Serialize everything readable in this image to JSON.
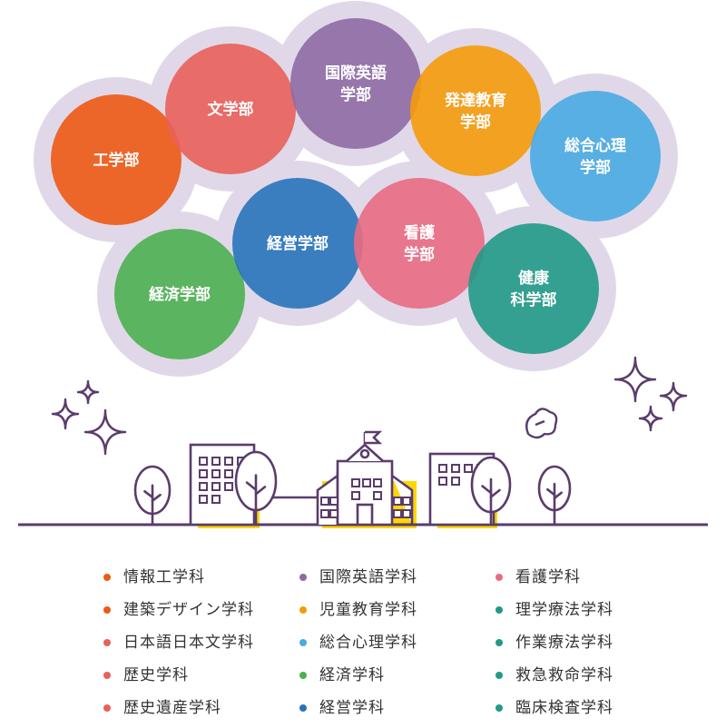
{
  "bubbles": [
    {
      "id": "engineering",
      "label": [
        "工学部"
      ],
      "color": "#EE5A14"
    },
    {
      "id": "letters",
      "label": [
        "文学部"
      ],
      "color": "#E9615A"
    },
    {
      "id": "intl-english",
      "label": [
        "国際英語",
        "学部"
      ],
      "color": "#8E6BA4"
    },
    {
      "id": "dev-education",
      "label": [
        "発達教育",
        "学部"
      ],
      "color": "#F59B0B"
    },
    {
      "id": "psychology",
      "label": [
        "総合心理",
        "学部"
      ],
      "color": "#48ABE2"
    },
    {
      "id": "economics",
      "label": [
        "経済学部"
      ],
      "color": "#4CB050"
    },
    {
      "id": "management",
      "label": [
        "経営学部"
      ],
      "color": "#2874BA"
    },
    {
      "id": "nursing",
      "label": [
        "看護",
        "学部"
      ],
      "color": "#E96B83"
    },
    {
      "id": "health-science",
      "label": [
        "健康",
        "科学部"
      ],
      "color": "#219A87"
    }
  ],
  "colors": {
    "halo": "#E0D8E8",
    "line": "#5A3C6C",
    "accent": "#FFD600"
  },
  "departments": [
    [
      {
        "label": "情報工学科",
        "color": "#EE5A14"
      },
      {
        "label": "建築デザイン学科",
        "color": "#EE5A14"
      },
      {
        "label": "日本語日本文学科",
        "color": "#E9615A"
      },
      {
        "label": "歴史学科",
        "color": "#E9615A"
      },
      {
        "label": "歴史遺産学科",
        "color": "#E9615A"
      }
    ],
    [
      {
        "label": "国際英語学科",
        "color": "#8E6BA4"
      },
      {
        "label": "児童教育学科",
        "color": "#F59B0B"
      },
      {
        "label": "総合心理学科",
        "color": "#48ABE2"
      },
      {
        "label": "経済学科",
        "color": "#4CB050"
      },
      {
        "label": "経営学科",
        "color": "#2874BA"
      }
    ],
    [
      {
        "label": "看護学科",
        "color": "#E96B83"
      },
      {
        "label": "理学療法学科",
        "color": "#219A87"
      },
      {
        "label": "作業療法学科",
        "color": "#219A87"
      },
      {
        "label": "救急救命学科",
        "color": "#219A87"
      },
      {
        "label": "臨床検査学科",
        "color": "#219A87"
      }
    ]
  ]
}
